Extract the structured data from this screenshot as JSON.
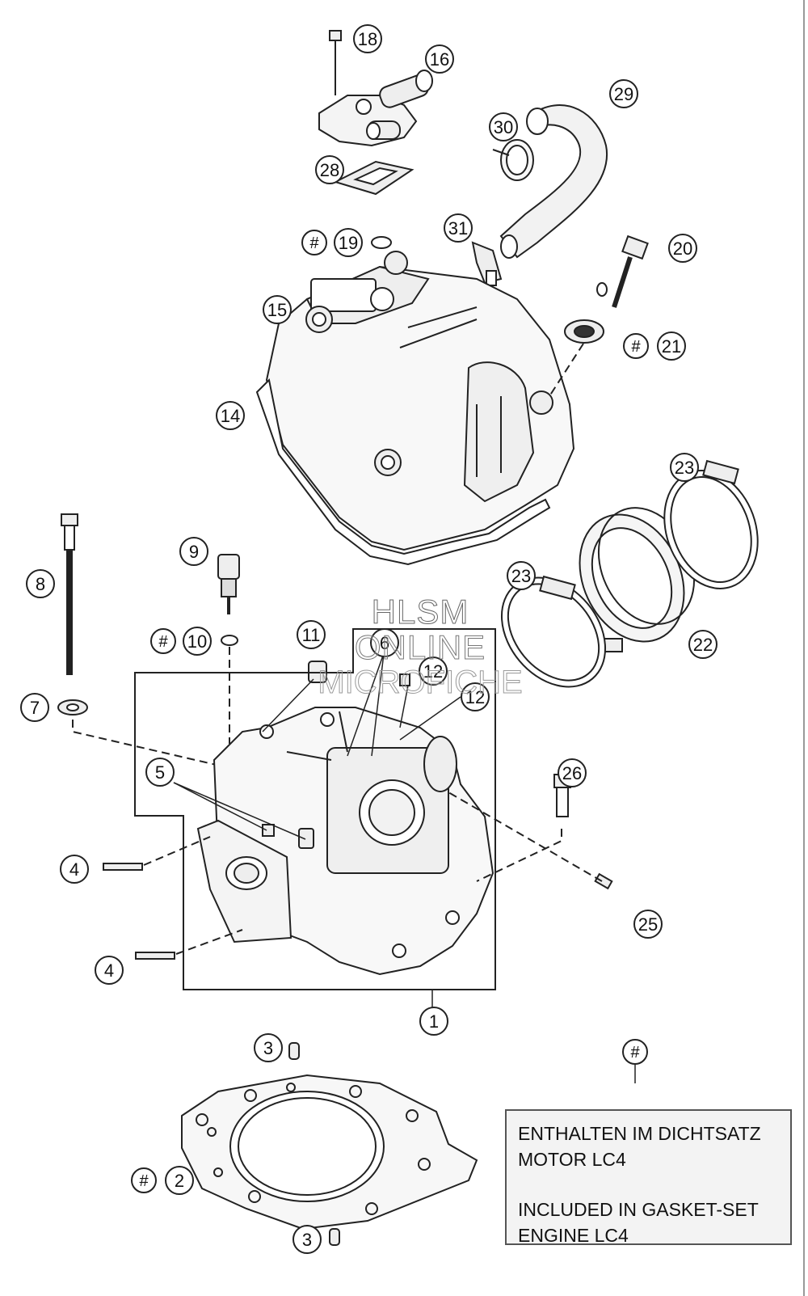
{
  "watermark": {
    "line1": "HLSM",
    "line2": "ONLINE",
    "line3": "MICROFICHE"
  },
  "hash_symbol": "#",
  "callouts": {
    "c1": "1",
    "c2": "2",
    "c3a": "3",
    "c3b": "3",
    "c4a": "4",
    "c4b": "4",
    "c5": "5",
    "c6": "6",
    "c7": "7",
    "c8": "8",
    "c9": "9",
    "c10": "10",
    "c11": "11",
    "c12a": "12",
    "c12b": "12",
    "c14": "14",
    "c15": "15",
    "c16": "16",
    "c18": "18",
    "c19": "19",
    "c20": "20",
    "c21": "21",
    "c22": "22",
    "c23a": "23",
    "c23b": "23",
    "c25": "25",
    "c26": "26",
    "c28": "28",
    "c29": "29",
    "c30": "30",
    "c31": "31"
  },
  "note": {
    "de_line1": "ENTHALTEN IM DICHTSATZ",
    "de_line2": "MOTOR LC4",
    "en_line1": "INCLUDED IN GASKET-SET",
    "en_line2": "ENGINE LC4"
  }
}
